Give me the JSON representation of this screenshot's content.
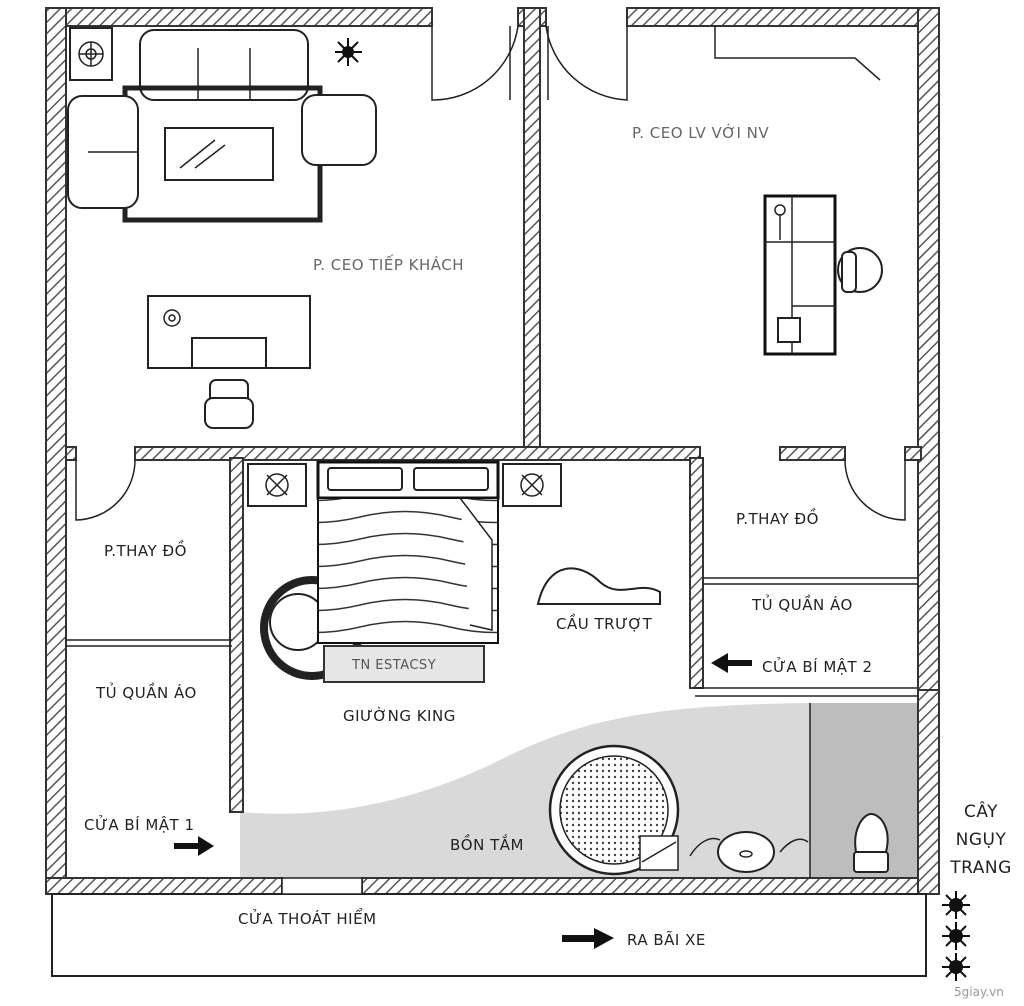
{
  "rooms": {
    "ceo_guest": "P. CEO TIẾP KHÁCH",
    "ceo_work": "P. CEO LV VỚI NV",
    "dressing_left": "P.THAY ĐỒ",
    "dressing_right": "P.THAY ĐỒ",
    "wardrobe_left": "TỦ QUẦN ÁO",
    "wardrobe_right": "TỦ QUẦN ÁO",
    "secret_door_1": "CỬA BÍ MẬT 1",
    "secret_door_2": "CỬA BÍ MẬT 2",
    "slide": "CẦU TRƯỢT",
    "king_bed": "GIƯỜNG KING",
    "bed_plate": "TN ESTACSY",
    "bathtub": "BỒN TẮM",
    "emergency_exit": "CỬA THOÁT HIỂM",
    "to_parking": "RA BÃI XE",
    "camouflage_tree_line1": "CÂY",
    "camouflage_tree_line2": "NGỤY",
    "camouflage_tree_line3": "TRANG"
  },
  "watermark": "5giay.vn",
  "colors": {
    "wall": "#333333",
    "hatch": "#555555",
    "bath_floor": "#d9d9d9",
    "toilet_floor": "#bdbdbd"
  }
}
